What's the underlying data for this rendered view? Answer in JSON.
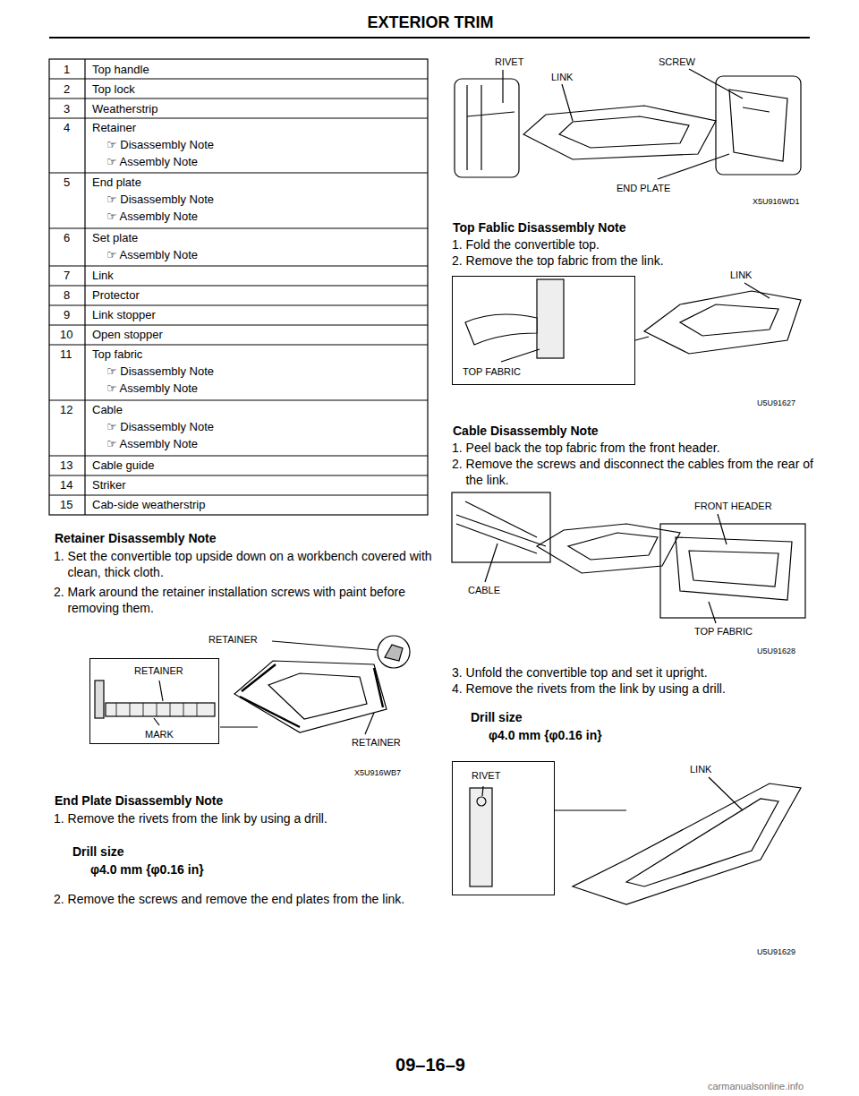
{
  "diagram": {
    "title": "EXTERIOR TRIM",
    "caption": "09–16–9",
    "nodes": [
      {
        "text": [
          "RETAINER",
          "MARK"
        ]
      },
      {
        "text": [
          "TOP FABRIC"
        ]
      },
      {
        "text": [
          "RIVET"
        ]
      }
    ],
    "labels": [
      "1",
      "Top handle",
      "2",
      "Top lock",
      "3",
      "Weatherstrip",
      "4",
      "Retainer",
      "☞ Disassembly Note",
      "☞ Assembly Note",
      "5",
      "End plate",
      "☞ Disassembly Note",
      "☞ Assembly Note",
      "6",
      "Set plate",
      "☞ Assembly Note",
      "7",
      "Link",
      "8",
      "Protector",
      "9",
      "Link stopper",
      "10",
      "Open stopper",
      "11",
      "Top fabric",
      "☞ Disassembly Note",
      "☞ Assembly Note",
      "12",
      "Cable",
      "☞ Disassembly Note",
      "☞ Assembly Note",
      "13",
      "Cable guide",
      "14",
      "Striker",
      "15",
      "Cab-side weatherstrip",
      "Retainer Disassembly Note",
      "1. Set the convertible top upside down on a workbench covered with clean, thick cloth.",
      "2. Mark around the retainer installation screws with paint before removing them.",
      "RETAINER",
      "RETAINER",
      "X5U916WB7",
      "End Plate Disassembly Note",
      "1. Remove the rivets from the link by using a drill.",
      "Drill size",
      "φ4.0 mm {φ0.16 in}",
      "2. Remove the screws and remove the end plates from the link.",
      "RIVET",
      "LINK",
      "SCREW",
      "END PLATE",
      "X5U916WD1",
      "Top Fablic Disassembly Note",
      "1. Fold the convertible top.",
      "2. Remove the top fabric from the link.",
      "LINK",
      "U5U91627",
      "Cable Disassembly Note",
      "1. Peel back the top fabric from the front header.",
      "2. Remove the screws and disconnect the cables from the rear of the link.",
      "FRONT HEADER",
      "CABLE",
      "TOP FABRIC",
      "U5U91628",
      "3. Unfold the convertible top and set it upright.",
      "4. Remove the rivets from the link by using a drill.",
      "Drill size",
      "φ4.0 mm {φ0.16 in}",
      "LINK",
      "U5U91629",
      "carmanualsonline.info"
    ]
  }
}
